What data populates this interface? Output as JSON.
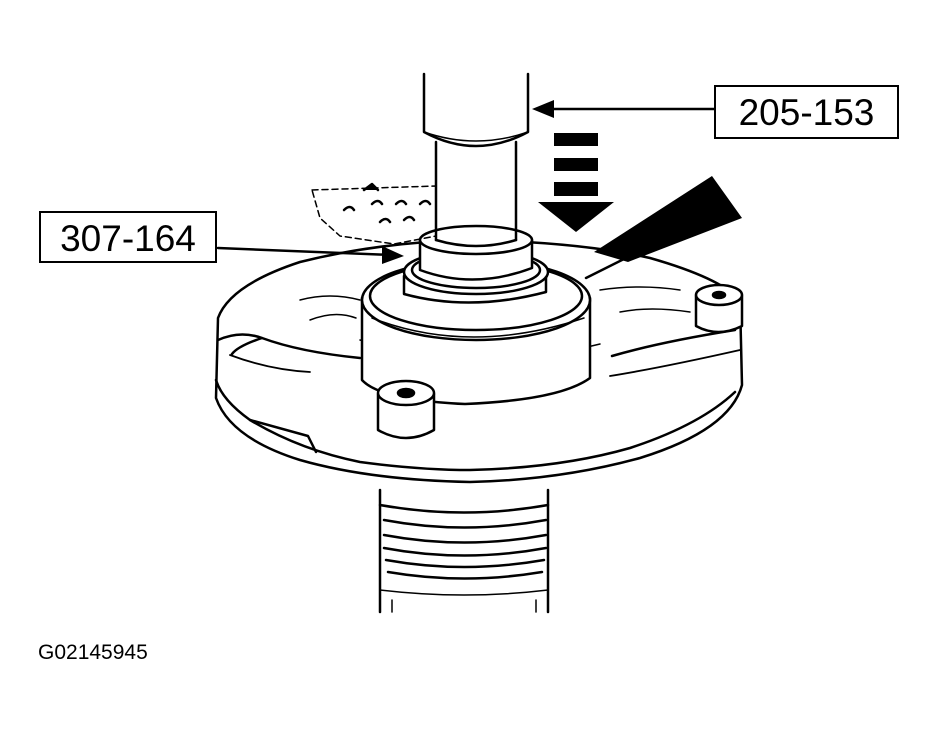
{
  "diagram": {
    "callouts": {
      "tool_upper": "205-153",
      "tool_lower": "307-164"
    },
    "figure_id": "G02145945"
  },
  "colors": {
    "line": "#000000",
    "background": "#ffffff"
  }
}
